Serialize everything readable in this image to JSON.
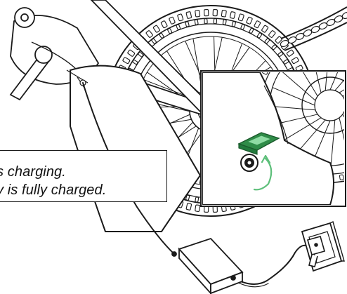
{
  "figure": {
    "caption_lines": [
      "s charging.",
      "y is fully charged."
    ],
    "colors": {
      "line": "#1a1a1a",
      "port_cover": "#3aa95b",
      "port_cover_dark": "#227a3c",
      "arrow": "#5dbf7a",
      "background": "#ffffff"
    },
    "icons": {
      "bicycle": "bicycle-rear-wheel-illustration",
      "detail": "charging-port-detail-inset",
      "charger": "power-adapter-brick",
      "outlet": "wall-socket-with-plug"
    }
  }
}
